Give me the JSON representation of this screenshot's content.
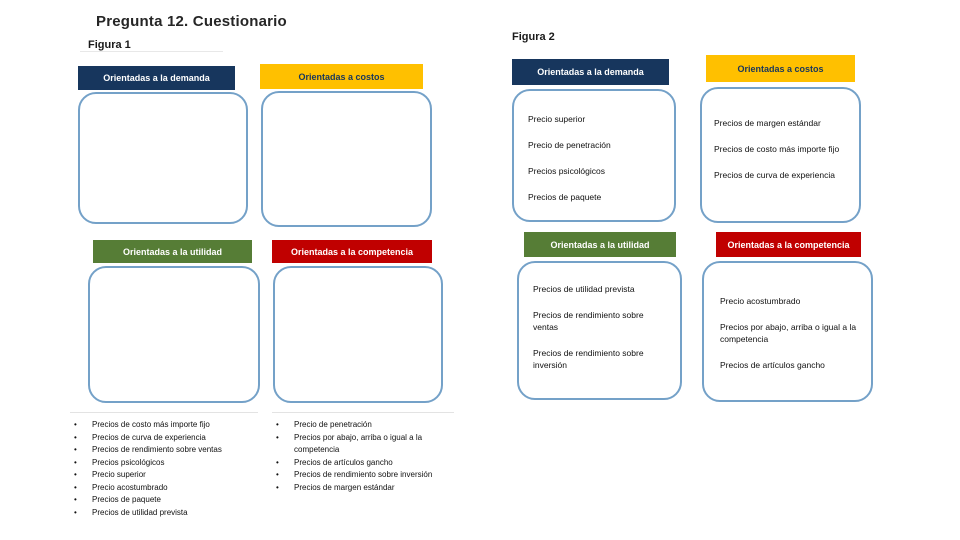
{
  "page": {
    "title": "Pregunta 12. Cuestionario",
    "figure1_label": "Figura 1",
    "figure2_label": "Figura 2"
  },
  "icons": {
    "bullet": "•"
  },
  "categories": {
    "demanda": {
      "label": "Orientadas a la demanda",
      "color": "#17365d",
      "text_color": "#ffffff"
    },
    "costos": {
      "label": "Orientadas a costos",
      "color": "#ffc000",
      "text_color": "#17365d"
    },
    "utilidad": {
      "label": "Orientadas a la utilidad",
      "color": "#567d36",
      "text_color": "#ffffff"
    },
    "competencia": {
      "label": "Orientadas a la competencia",
      "color": "#c00000",
      "text_color": "#ffffff"
    }
  },
  "figure2": {
    "demanda_items": [
      "Precio superior",
      "Precio de penetración",
      "Precios psicológicos",
      "Precios de paquete"
    ],
    "costos_items": [
      "Precios de margen estándar",
      "Precios de costo más importe fijo",
      "Precios de curva de experiencia"
    ],
    "utilidad_items": [
      "Precios de utilidad prevista",
      "Precios de rendimiento sobre ventas",
      "Precios de rendimiento sobre inversión"
    ],
    "competencia_items": [
      "Precio acostumbrado",
      "Precios por abajo, arriba o igual a la competencia",
      "Precios de artículos gancho"
    ]
  },
  "word_bank": {
    "list1": [
      "Precios de costo más importe fijo",
      "Precios de curva de experiencia",
      "Precios de rendimiento sobre ventas",
      "Precios psicológicos",
      "Precio superior",
      "Precio acostumbrado",
      "Precios de paquete",
      "Precios de utilidad prevista"
    ],
    "list2": [
      "Precio de penetración",
      "Precios por abajo, arriba o igual a la competencia",
      "Precios de artículos gancho",
      "Precios de rendimiento sobre inversión",
      "Precios de margen estándar"
    ]
  }
}
